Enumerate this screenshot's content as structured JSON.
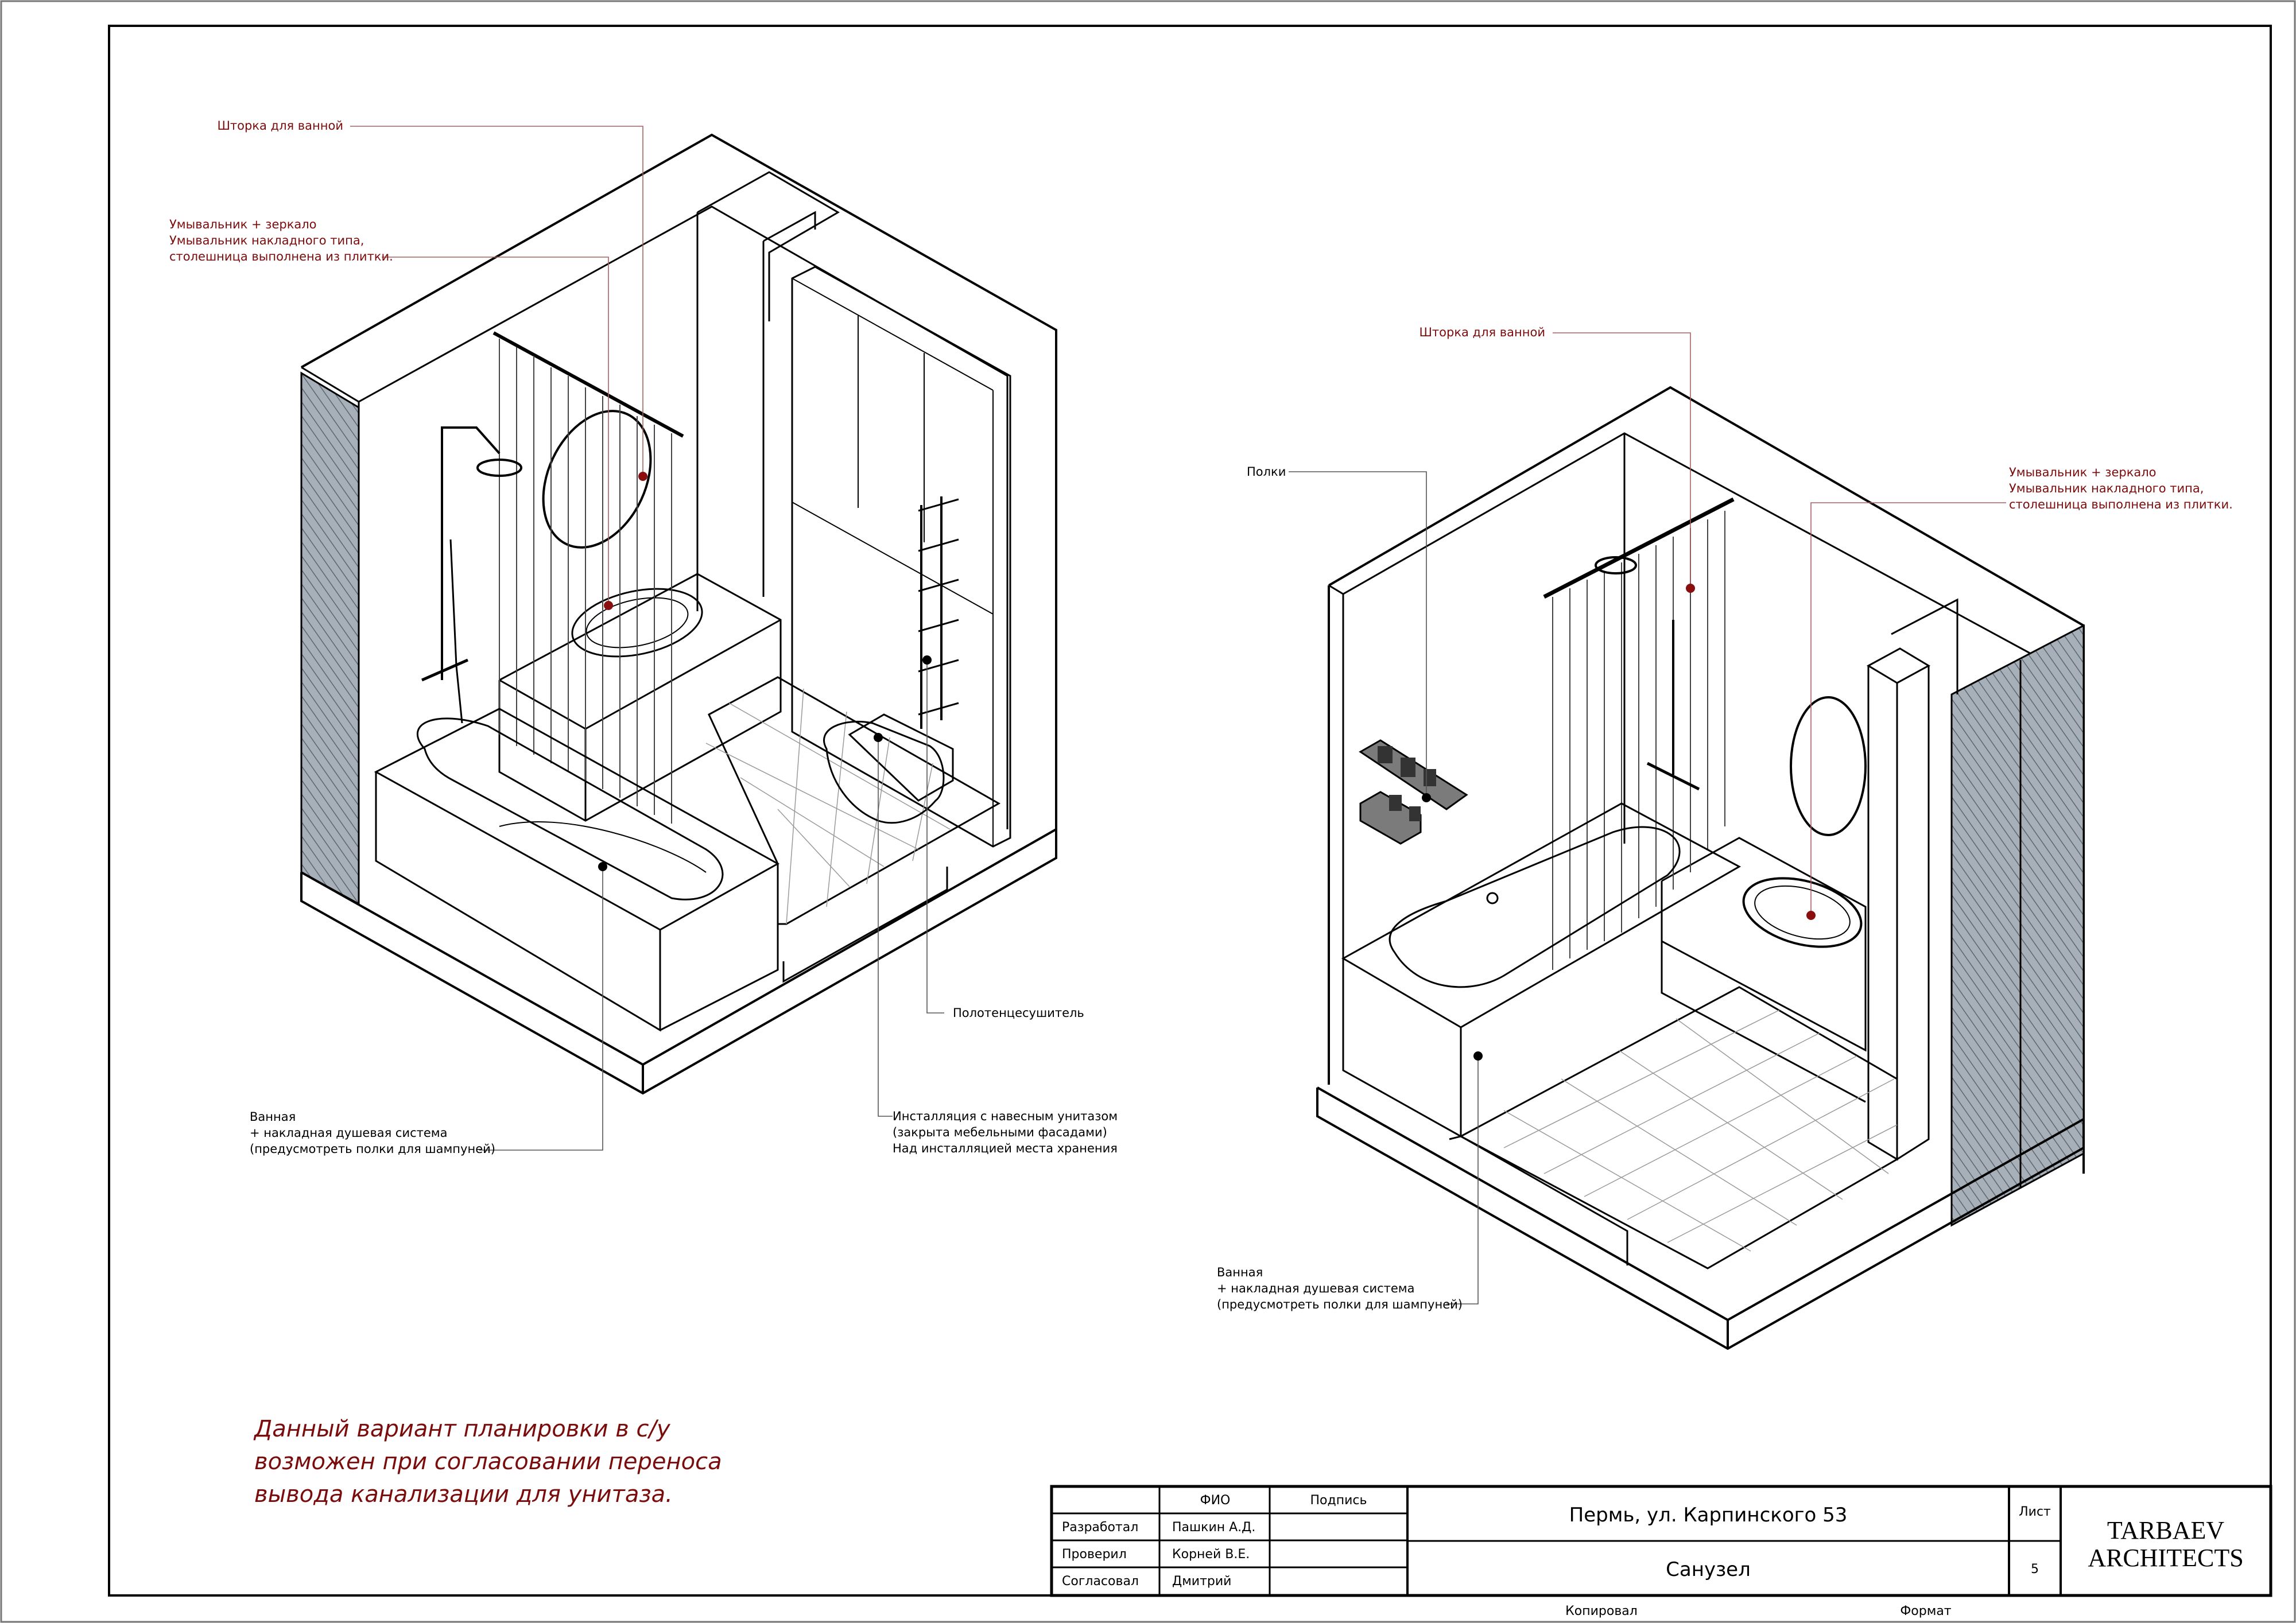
{
  "colors": {
    "annotation": "#7a0c0c",
    "line": "#000000",
    "hatch": "#9aa3ad"
  },
  "left_drawing": {
    "labels": {
      "curtain": "Шторка для ванной",
      "sink_1": "Умывальник + зеркало",
      "sink_2": "Умывальник накладного типа,",
      "sink_3": "столешница выполнена из плитки.",
      "towel_rail": "Полотенцесушитель",
      "bath_1": "Ванная",
      "bath_2": "+ накладная душевая система",
      "bath_3": "(предусмотреть полки для шампуней)",
      "install_1": "Инсталляция с навесным унитазом",
      "install_2": "(закрыта мебельными фасадами)",
      "install_3": "Над инсталляцией места хранения"
    }
  },
  "right_drawing": {
    "labels": {
      "curtain": "Шторка для ванной",
      "shelves": "Полки",
      "sink_1": "Умывальник + зеркало",
      "sink_2": "Умывальник накладного типа,",
      "sink_3": "столешница выполнена из плитки.",
      "bath_1": "Ванная",
      "bath_2": "+ накладная душевая система",
      "bath_3": "(предусмотреть полки для шампуней)"
    }
  },
  "note": {
    "line1": "Данный вариант планировки в с/у",
    "line2": "возможен при согласовании переноса",
    "line3": "вывода канализации для унитаза."
  },
  "title_block": {
    "col_fio": "ФИО",
    "col_sign": "Подпись",
    "rows": [
      {
        "role": "Разработал",
        "name": "Пашкин А.Д."
      },
      {
        "role": "Проверил",
        "name": "Корней В.Е."
      },
      {
        "role": "Согласовал",
        "name": "Дмитрий"
      }
    ],
    "address": "Пермь, ул. Карпинского 53",
    "sheet_title": "Санузел",
    "sheet_label": "Лист",
    "sheet_number": "5",
    "company_1": "TARBAEV",
    "company_2": "ARCHITECTS",
    "copied": "Копировал",
    "format": "Формат"
  }
}
